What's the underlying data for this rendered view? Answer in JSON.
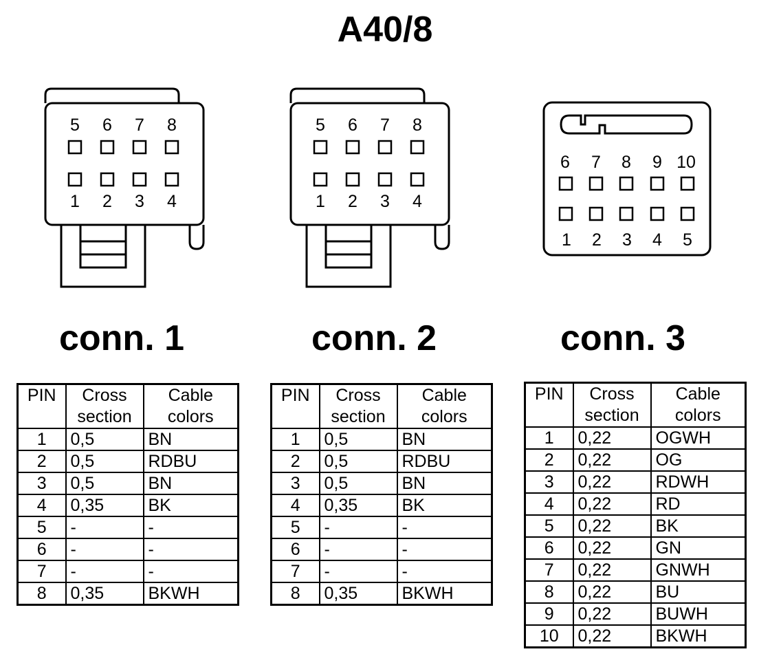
{
  "title": "A40/8",
  "headers": {
    "pin": "PIN",
    "cross": "Cross section",
    "colors": "Cable colors"
  },
  "connectors": [
    {
      "label": "conn. 1",
      "top_pins": [
        "5",
        "6",
        "7",
        "8"
      ],
      "bottom_pins": [
        "1",
        "2",
        "3",
        "4"
      ],
      "rows": [
        [
          "1",
          "0,5",
          "BN"
        ],
        [
          "2",
          "0,5",
          "RDBU"
        ],
        [
          "3",
          "0,5",
          "BN"
        ],
        [
          "4",
          "0,35",
          "BK"
        ],
        [
          "5",
          "-",
          "-"
        ],
        [
          "6",
          "-",
          "-"
        ],
        [
          "7",
          "-",
          "-"
        ],
        [
          "8",
          "0,35",
          "BKWH"
        ]
      ]
    },
    {
      "label": "conn. 2",
      "top_pins": [
        "5",
        "6",
        "7",
        "8"
      ],
      "bottom_pins": [
        "1",
        "2",
        "3",
        "4"
      ],
      "rows": [
        [
          "1",
          "0,5",
          "BN"
        ],
        [
          "2",
          "0,5",
          "RDBU"
        ],
        [
          "3",
          "0,5",
          "BN"
        ],
        [
          "4",
          "0,35",
          "BK"
        ],
        [
          "5",
          "-",
          "-"
        ],
        [
          "6",
          "-",
          "-"
        ],
        [
          "7",
          "-",
          "-"
        ],
        [
          "8",
          "0,35",
          "BKWH"
        ]
      ]
    },
    {
      "label": "conn. 3",
      "top_pins": [
        "6",
        "7",
        "8",
        "9",
        "10"
      ],
      "bottom_pins": [
        "1",
        "2",
        "3",
        "4",
        "5"
      ],
      "rows": [
        [
          "1",
          "0,22",
          "OGWH"
        ],
        [
          "2",
          "0,22",
          "OG"
        ],
        [
          "3",
          "0,22",
          "RDWH"
        ],
        [
          "4",
          "0,22",
          "RD"
        ],
        [
          "5",
          "0,22",
          "BK"
        ],
        [
          "6",
          "0,22",
          "GN"
        ],
        [
          "7",
          "0,22",
          "GNWH"
        ],
        [
          "8",
          "0,22",
          "BU"
        ],
        [
          "9",
          "0,22",
          "BUWH"
        ],
        [
          "10",
          "0,22",
          "BKWH"
        ]
      ]
    }
  ]
}
